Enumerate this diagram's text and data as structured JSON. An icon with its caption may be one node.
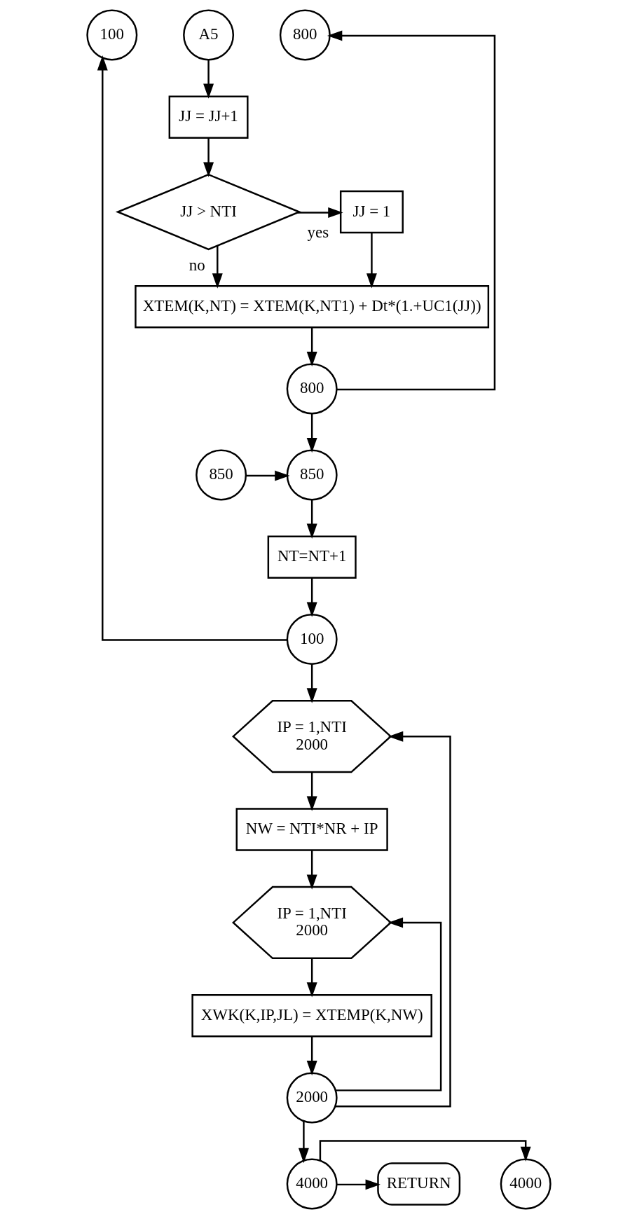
{
  "diagram": {
    "nodes": [
      {
        "text": [
          "100"
        ]
      },
      {
        "text": [
          "800"
        ]
      },
      {
        "text": [
          "A5"
        ]
      },
      {
        "text": [
          "JJ = JJ+1"
        ]
      },
      {
        "text": [
          "JJ > NTI"
        ]
      },
      {
        "text": [
          "JJ = 1"
        ]
      },
      {
        "text": [
          "XTEM(K,NT) = XTEM(K,NT1) + Dt*(1.+UC1(JJ))"
        ]
      },
      {
        "text": [
          "800"
        ]
      },
      {
        "text": [
          "850"
        ]
      },
      {
        "text": [
          "850"
        ]
      },
      {
        "text": [
          "NT=NT+1"
        ]
      },
      {
        "text": [
          "100"
        ]
      },
      {
        "text": [
          "IP = 1,NTI",
          "2000"
        ]
      },
      {
        "text": [
          "NW = NTI*NR + IP"
        ]
      },
      {
        "text": [
          "IP = 1,NTI",
          "2000"
        ]
      },
      {
        "text": [
          "XWK(K,IP,JL) = XTEMP(K,NW)"
        ]
      },
      {
        "text": [
          "2000"
        ]
      },
      {
        "text": [
          "4000"
        ]
      },
      {
        "text": [
          "4000"
        ]
      },
      {
        "text": [
          "RETURN"
        ]
      }
    ],
    "edges": [
      {
        "from": 2,
        "to": 3,
        "arrow": "to"
      },
      {
        "from": 3,
        "to": 4,
        "arrow": "to"
      },
      {
        "from": 4,
        "to": 5,
        "arrow": "to",
        "label": "yes"
      },
      {
        "from": 4,
        "to": 6,
        "arrow": "to",
        "label": "no"
      },
      {
        "from": 5,
        "to": 6,
        "arrow": "to"
      },
      {
        "from": 6,
        "to": 7,
        "arrow": "to"
      },
      {
        "from": 7,
        "to": 1,
        "arrow": "to"
      },
      {
        "from": 7,
        "to": 9,
        "arrow": "to"
      },
      {
        "from": 8,
        "to": 9,
        "arrow": "to"
      },
      {
        "from": 9,
        "to": 10,
        "arrow": "to"
      },
      {
        "from": 10,
        "to": 11,
        "arrow": "to"
      },
      {
        "from": 11,
        "to": 0,
        "arrow": "to"
      },
      {
        "from": 11,
        "to": 12,
        "arrow": "to"
      },
      {
        "from": 12,
        "to": 13,
        "arrow": "to"
      },
      {
        "from": 13,
        "to": 14,
        "arrow": "to"
      },
      {
        "from": 14,
        "to": 15,
        "arrow": "to"
      },
      {
        "from": 15,
        "to": 16,
        "arrow": "to"
      },
      {
        "from": 16,
        "to": 12,
        "arrow": "to"
      },
      {
        "from": 16,
        "to": 14,
        "arrow": "to"
      },
      {
        "from": 16,
        "to": 18,
        "arrow": "to"
      },
      {
        "from": 18,
        "to": 17,
        "arrow": "to"
      },
      {
        "from": 18,
        "to": 19,
        "arrow": "to"
      }
    ]
  }
}
